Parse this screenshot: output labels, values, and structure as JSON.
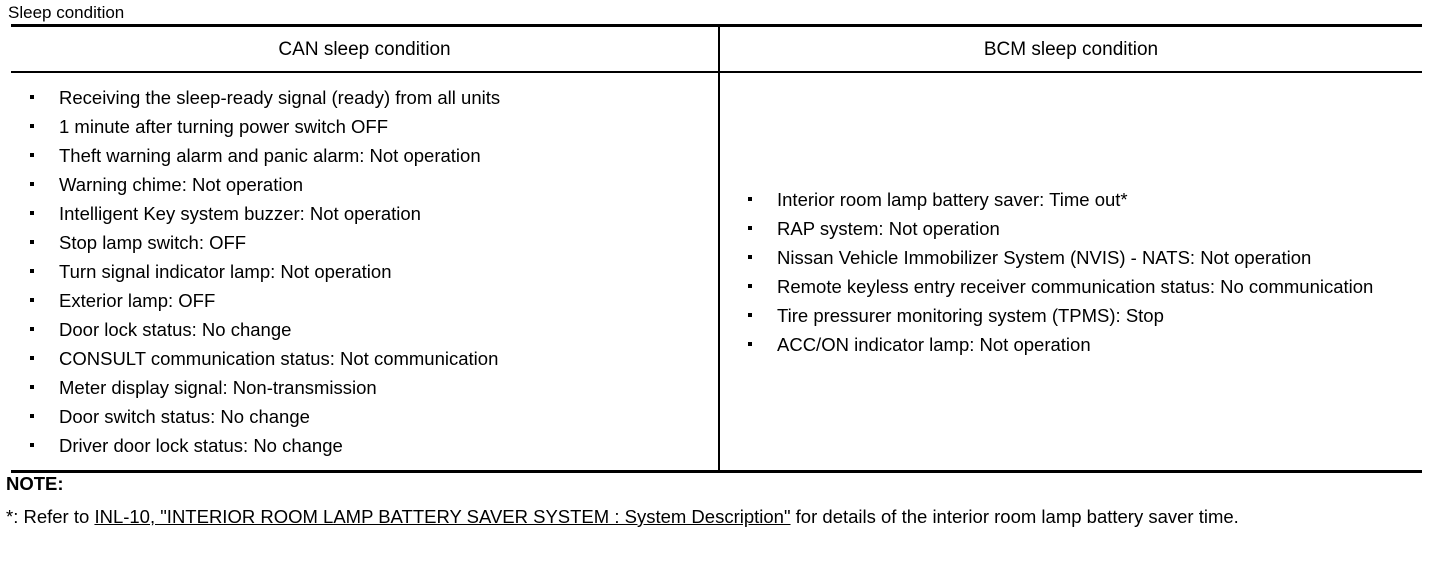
{
  "caption": "Sleep condition",
  "table": {
    "columns": [
      {
        "key": "can",
        "header": "CAN sleep condition"
      },
      {
        "key": "bcm",
        "header": "BCM sleep condition"
      }
    ],
    "can_items": [
      "Receiving the sleep-ready signal (ready) from all units",
      "1 minute after turning power switch OFF",
      "Theft warning alarm and panic alarm: Not operation",
      "Warning chime: Not operation",
      "Intelligent Key system buzzer: Not operation",
      "Stop lamp switch: OFF",
      "Turn signal indicator lamp: Not operation",
      "Exterior lamp: OFF",
      "Door lock status: No change",
      "CONSULT communication status: Not communication",
      "Meter display signal: Non-transmission",
      "Door switch status: No change",
      "Driver door lock status: No change"
    ],
    "bcm_items": [
      "Interior room lamp battery saver: Time out*",
      "RAP system: Not operation",
      "Nissan Vehicle Immobilizer System (NVIS) - NATS: Not operation",
      "Remote keyless entry receiver communication status: No communication",
      "Tire pressurer monitoring system (TPMS): Stop",
      "ACC/ON indicator lamp: Not operation"
    ]
  },
  "note": {
    "title": "NOTE:",
    "prefix": "*: Refer to ",
    "link": "INL-10, \"INTERIOR ROOM LAMP BATTERY SAVER SYSTEM : System Description\"",
    "suffix": " for details of the interior room lamp battery saver time."
  },
  "colors": {
    "text": "#000000",
    "rule": "#000000",
    "background": "#ffffff"
  }
}
